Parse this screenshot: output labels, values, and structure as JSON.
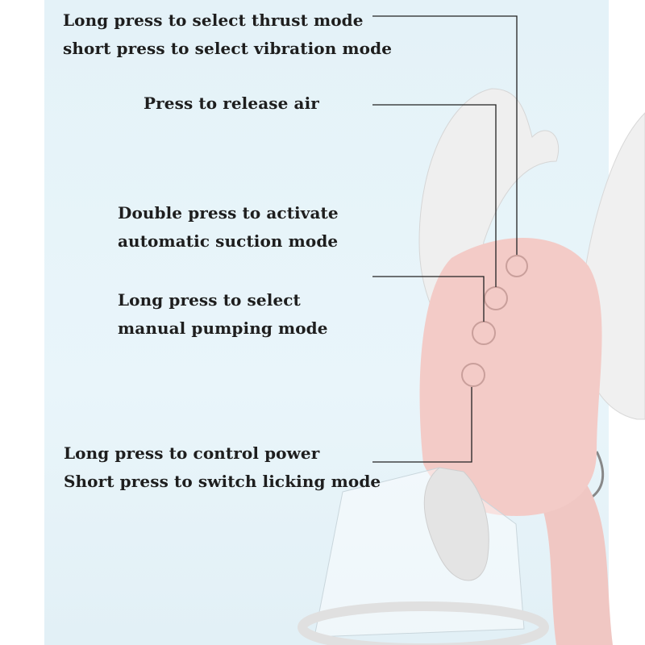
{
  "annotations": {
    "thrust": [
      "Long press to select thrust mode",
      "short press to select vibration mode"
    ],
    "release_air": [
      "Press to release air"
    ],
    "suction": [
      "Double press to activate",
      "automatic suction mode"
    ],
    "pumping": [
      "Long press to select",
      "manual pumping mode"
    ],
    "power": [
      "Long press to control power",
      "Short press to switch licking mode"
    ]
  },
  "colors": {
    "background": "#e6f3f9",
    "body": "#f2c9c6",
    "wing": "#f2f2f2",
    "text": "#1e1e1e"
  }
}
